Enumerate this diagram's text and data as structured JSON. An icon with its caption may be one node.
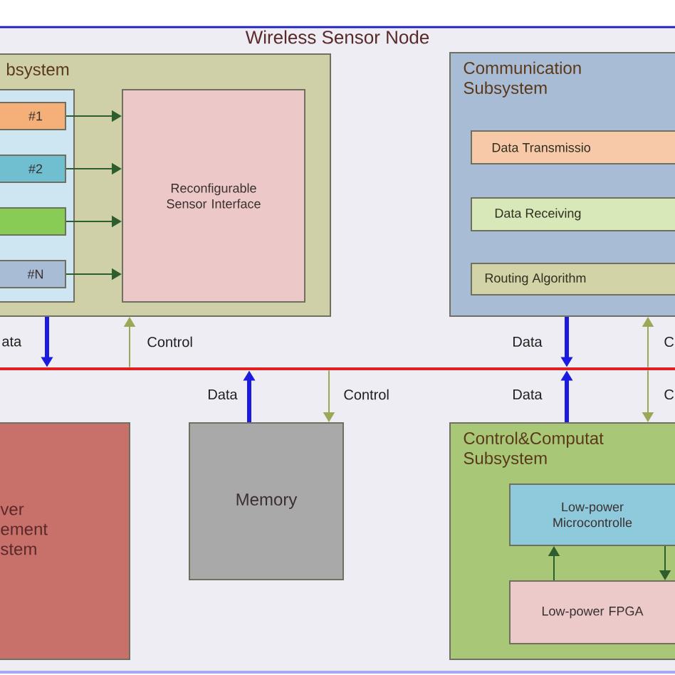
{
  "diagram": {
    "nodes": [
      {
        "text": [
          "Wireless Sensor Node"
        ]
      },
      {
        "text": [
          "bsystem"
        ],
        "in": 0
      },
      {
        "text": [],
        "shape": "box",
        "in": 1
      },
      {
        "text": [
          "#1"
        ],
        "in": 2
      },
      {
        "text": [
          "#2"
        ],
        "in": 2
      },
      {
        "text": [],
        "shape": "box",
        "in": 2
      },
      {
        "text": [
          "#N"
        ],
        "in": 2
      },
      {
        "text": [
          "Reconfigurable Sensor Interface"
        ],
        "in": 1
      },
      {
        "text": [
          "Communication Subsystem"
        ],
        "in": 0
      },
      {
        "text": [
          "Data Transmissio"
        ],
        "in": 8
      },
      {
        "text": [
          "Data Receiving"
        ],
        "in": 8
      },
      {
        "text": [
          "Routing Algorithm"
        ],
        "in": 8
      },
      {
        "text": [],
        "shape": "bar",
        "in": 0
      },
      {
        "text": [
          "ver ement stem"
        ],
        "in": 0
      },
      {
        "text": [
          "Memory"
        ],
        "in": 0
      },
      {
        "text": [
          "Control&Computat Subsystem"
        ],
        "in": 0
      },
      {
        "text": [
          "Low-power Microcontrolle"
        ],
        "in": 15
      },
      {
        "text": [
          "Low-power FPGA"
        ],
        "in": 15
      }
    ],
    "edges": [
      {
        "from": 3,
        "to": 7,
        "arrow": "to"
      },
      {
        "from": 4,
        "to": 7,
        "arrow": "to"
      },
      {
        "from": 5,
        "to": 7,
        "arrow": "to"
      },
      {
        "from": 6,
        "to": 7,
        "arrow": "to"
      },
      {
        "from": 1,
        "to": 12,
        "arrow": "to",
        "label": "ata",
        "style": "thick",
        "color": "#1a1ae0"
      },
      {
        "from": 12,
        "to": 1,
        "arrow": "to",
        "label": "Control",
        "color": "#9aa858"
      },
      {
        "from": 14,
        "to": 12,
        "arrow": "to",
        "label": "Data",
        "style": "thick",
        "color": "#1a1ae0"
      },
      {
        "from": 12,
        "to": 14,
        "arrow": "to",
        "label": "Control",
        "color": "#9aa858"
      },
      {
        "from": 8,
        "to": 12,
        "arrow": "to",
        "label": "Data",
        "style": "thick",
        "color": "#1a1ae0"
      },
      {
        "from": 15,
        "to": 12,
        "arrow": "to",
        "label": "Data",
        "style": "thick",
        "color": "#1a1ae0"
      },
      {
        "from": 12,
        "to": 8,
        "arrow": "to",
        "label": "C",
        "color": "#9aa858"
      },
      {
        "from": 12,
        "to": 15,
        "arrow": "to",
        "label": "C",
        "color": "#9aa858"
      },
      {
        "from": 17,
        "to": 16,
        "arrow": "to"
      },
      {
        "from": 16,
        "to": 17,
        "arrow": "to"
      }
    ]
  }
}
